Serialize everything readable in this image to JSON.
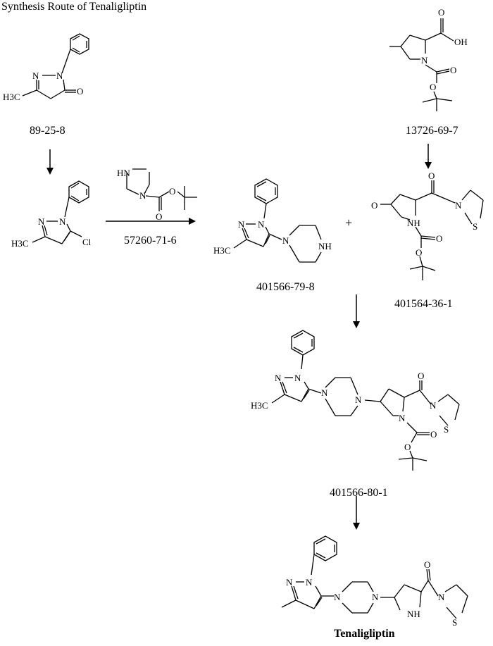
{
  "title": "Synthesis Route of Tenaligliptin",
  "compounds": {
    "c1": {
      "label": "89-25-8",
      "atoms": {
        "n1": "N",
        "n2": "N",
        "o": "O",
        "me": "H3C"
      }
    },
    "c2": {
      "label": "13726-69-7",
      "atoms": {
        "oh": "OH",
        "o1": "O",
        "o2": "O",
        "n": "N",
        "o3": "O"
      }
    },
    "c3": {
      "atoms": {
        "n1": "N",
        "n2": "N",
        "me": "H3C",
        "cl": "Cl"
      }
    },
    "reagent": {
      "label": "57260-71-6",
      "atoms": {
        "hn": "HN",
        "n": "N",
        "o1": "O",
        "o2": "O"
      }
    },
    "c4": {
      "label": "401566-79-8",
      "atoms": {
        "n1": "N",
        "n2": "N",
        "me": "H3C",
        "n3": "N",
        "nh": "NH"
      }
    },
    "plus": "+",
    "c5": {
      "label": "401564-36-1",
      "atoms": {
        "o": "O",
        "o2": "O",
        "n": "N",
        "s": "S",
        "nh": "NH",
        "o3": "O",
        "o4": "O"
      }
    },
    "c6": {
      "label": "401566-80-1",
      "atoms": {
        "n1": "N",
        "n2": "N",
        "me": "H3C",
        "n3": "N",
        "n4": "N",
        "o": "O",
        "n5": "N",
        "s": "S",
        "n6": "N",
        "o2": "O",
        "o3": "O"
      }
    },
    "c7": {
      "label": "Tenaligliptin",
      "atoms": {
        "n1": "N",
        "n2": "N",
        "n3": "N",
        "n4": "N",
        "o": "O",
        "n5": "N",
        "s": "S",
        "nh": "NH"
      }
    }
  }
}
